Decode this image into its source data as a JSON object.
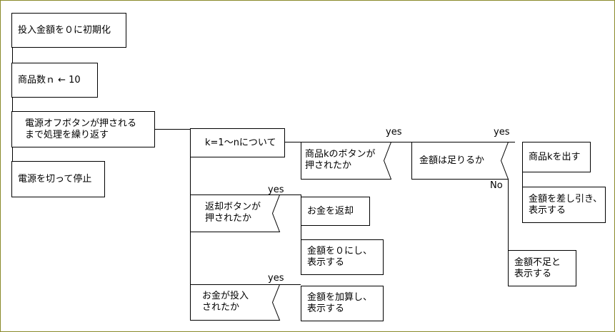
{
  "nodes": {
    "init": "投入金額を０に初期化",
    "set_n": "商品数ｎ ← 10",
    "loop_power": "電源オフボタンが押される\nまで処理を繰り返す",
    "power_off": "電源を切って停止",
    "loop_k": "k=1～nについて",
    "cond_product": "商品kのボタンが\n押されたか",
    "cond_amount": "金額は足りるか",
    "dispense": "商品kを出す",
    "subtract": "金額を差し引き、\n表示する",
    "insufficient": "金額不足と\n表示する",
    "cond_return": "返却ボタンが\n押されたか",
    "return_money": "お金を返却",
    "reset_amount": "金額を０にし、\n表示する",
    "cond_insert": "お金が投入\nされたか",
    "add_amount": "金額を加算し、\n表示する"
  },
  "labels": {
    "yes_product": "yes",
    "yes_amount": "yes",
    "no_amount": "No",
    "yes_return": "yes",
    "yes_insert": "yes"
  }
}
